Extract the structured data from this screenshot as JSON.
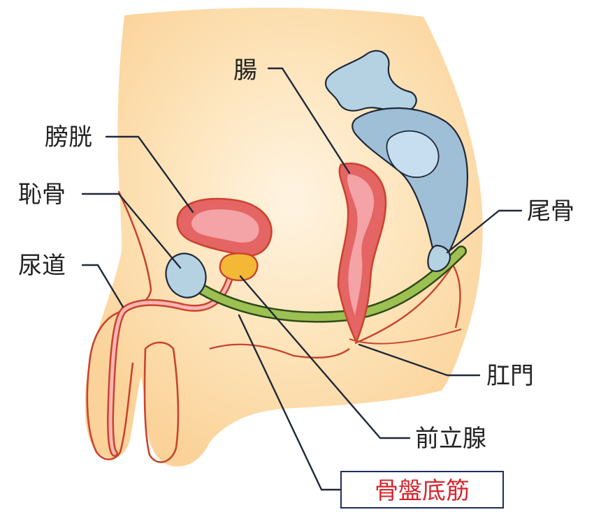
{
  "labels": {
    "intestine": "腸",
    "bladder": "膀胱",
    "pubic_bone": "恥骨",
    "urethra": "尿道",
    "coccyx": "尾骨",
    "anus": "肛門",
    "prostate": "前立腺",
    "pelvic_floor": "骨盤底筋"
  },
  "colors": {
    "skin": "#fbd9a3",
    "skin_light": "#fff3e0",
    "outline": "#c9442e",
    "organ_red": "#e46564",
    "organ_pink": "#f4a3a6",
    "bone": "#b5d2e3",
    "bone_dark": "#8db1cb",
    "muscle": "#9cc052",
    "prostate": "#f3b835",
    "highlight_text": "#d7262d",
    "highlight_border": "#1f2d5c"
  }
}
